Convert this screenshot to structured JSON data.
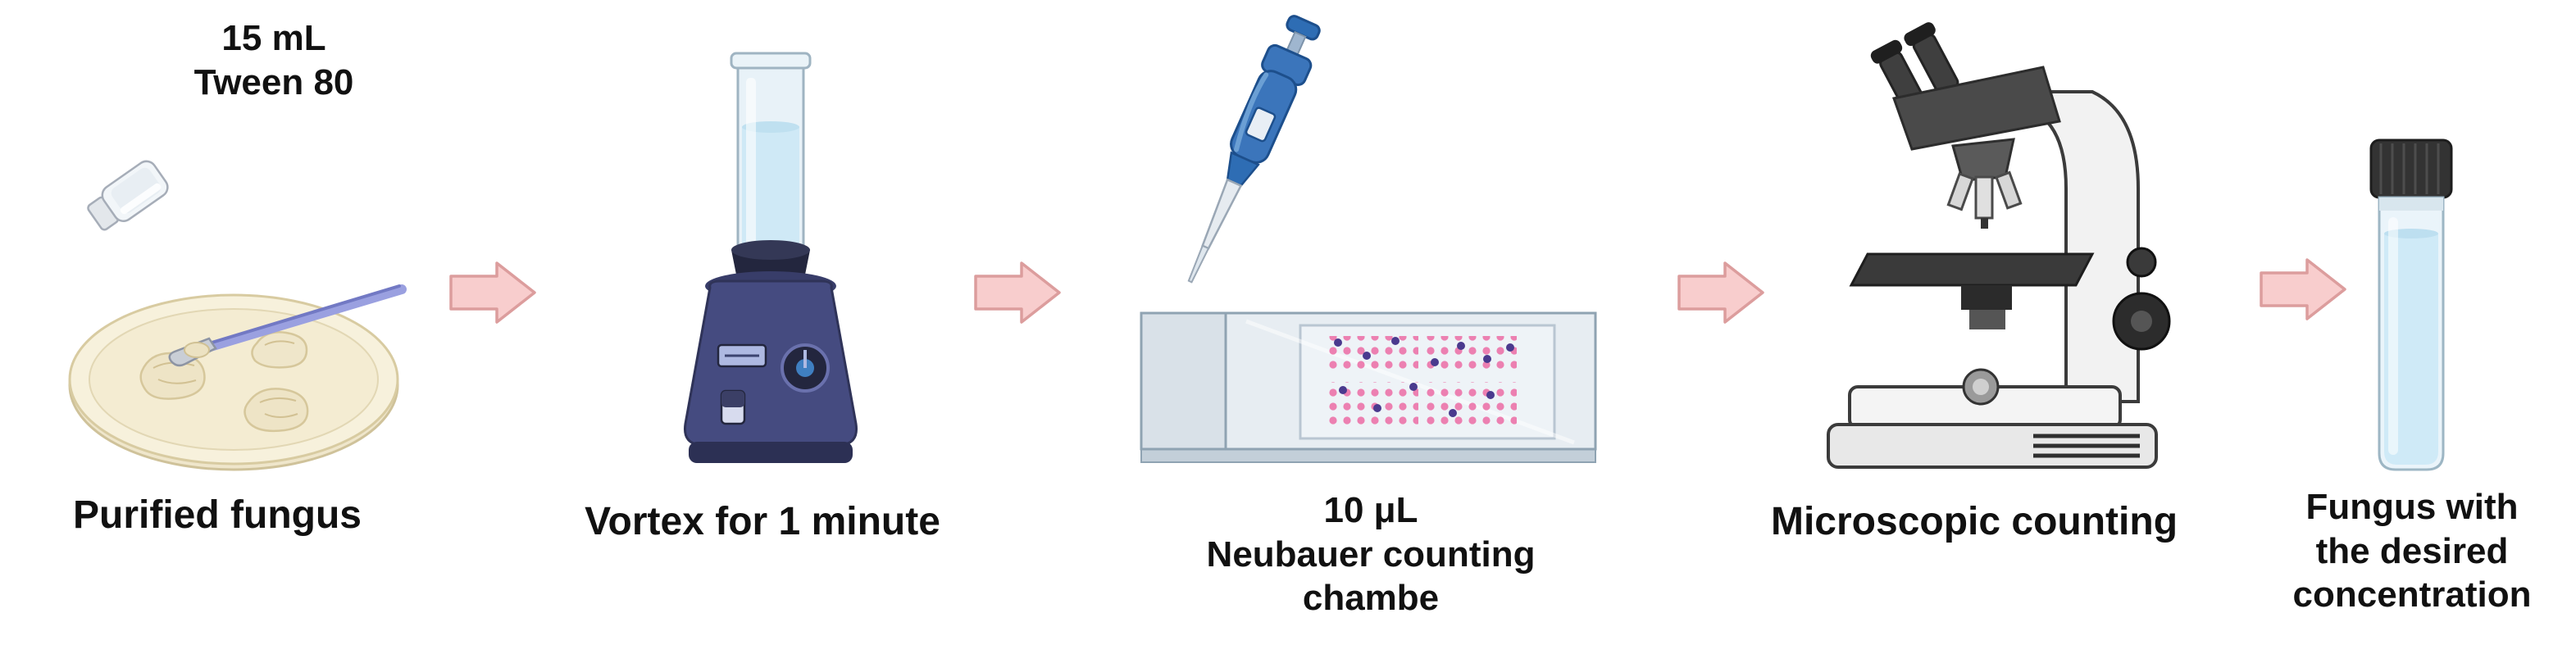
{
  "colors": {
    "arrow_fill": "#f8cdcd",
    "arrow_stroke": "#dc9d9d",
    "text": "#111111",
    "petri_dish": "#f7f1dc",
    "fungus_colony": "#eee4c6",
    "vortex_body": "#454b80",
    "tube_liquid": "#cfe9f6",
    "pipette_blue": "#3b75bb",
    "cell_dot_pink": "#ec80b1",
    "cell_dot_purple": "#4a3a8e",
    "vial_liquid": "#cfeaf7",
    "vial_cap": "#333333"
  },
  "steps": {
    "step1": {
      "note_line1": "15 mL",
      "note_line2": "Tween 80",
      "label": "Purified fungus"
    },
    "step2": {
      "label": "Vortex for 1 minute"
    },
    "step3": {
      "label_line1": "10 μL",
      "label_line2": "Neubauer counting",
      "label_line3": "chambe"
    },
    "step4": {
      "label": "Microscopic counting"
    },
    "step5": {
      "label_line1": "Fungus with",
      "label_line2": "the desired",
      "label_line3": "concentration"
    }
  },
  "icons": {
    "step1": [
      "tween-vial-icon",
      "spatula-icon",
      "petri-dish-icon"
    ],
    "step2": [
      "vortex-mixer-icon"
    ],
    "step3": [
      "micropipette-icon",
      "neubauer-chamber-icon"
    ],
    "step4": [
      "microscope-icon"
    ],
    "step5": [
      "sample-vial-icon"
    ],
    "connectors": [
      "arrow-right-icon",
      "arrow-right-icon",
      "arrow-right-icon",
      "arrow-right-icon"
    ]
  }
}
